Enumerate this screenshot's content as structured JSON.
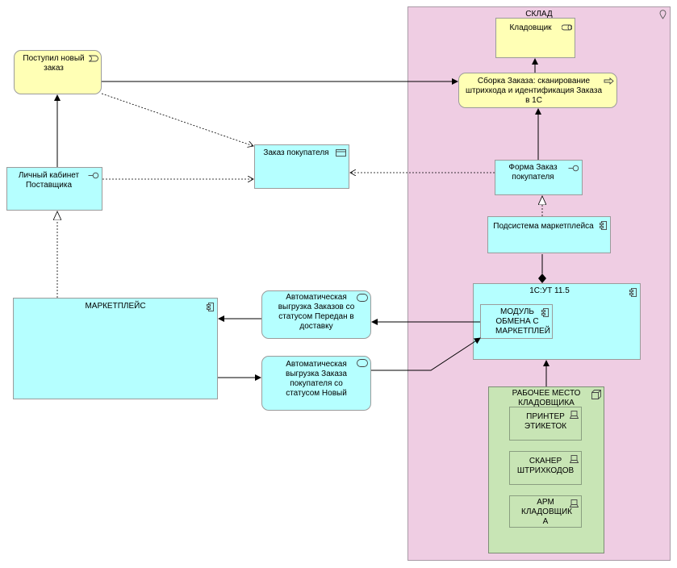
{
  "colors": {
    "application": "#b5ffff",
    "business": "#ffffb5",
    "location": "#efcde3",
    "technology": "#c8e5b5"
  },
  "elements": {
    "sklad": {
      "label": "СКЛАД",
      "icon": "location-icon"
    },
    "kladovshik": {
      "label": "Кладовщик",
      "icon": "business-role-icon"
    },
    "sborka": {
      "label": "Сборка Заказа: сканирование штрихкода и идентификация Заказа в 1С",
      "icon": "business-process-icon"
    },
    "postupil": {
      "label": "Поступил новый заказ",
      "icon": "business-event-icon"
    },
    "zakaz_pokupatelya": {
      "label": "Заказ покупателя",
      "icon": "data-object-icon"
    },
    "lichny_kabinet": {
      "label": "Личный кабинет Поставщика",
      "icon": "application-interface-icon"
    },
    "forma_zakaz": {
      "label": "Форма Заказ покупателя",
      "icon": "application-interface-icon"
    },
    "podsistema": {
      "label": "Подсистема маркетплейса",
      "icon": "application-component-icon"
    },
    "ut": {
      "label": "1С:УТ 11.5",
      "icon": "application-component-icon"
    },
    "modul": {
      "label": "МОДУЛЬ ОБМЕНА С МАРКЕТПЛЕЙ",
      "icon": "application-component-icon"
    },
    "marketplace": {
      "label": "МАРКЕТПЛЕЙС",
      "icon": "application-component-icon"
    },
    "avto_vygruzka_peredan": {
      "label": "Автоматическая выгрузка Заказов со статусом Передан в доставку",
      "icon": "application-service-icon"
    },
    "avto_vygruzka_novy": {
      "label": "Автоматическая выгрузка Заказа покупателя со статусом Новый",
      "icon": "application-service-icon"
    },
    "rabochee_mesto": {
      "label": "РАБОЧЕЕ МЕСТО КЛАДОВЩИКА",
      "icon": "node-icon"
    },
    "printer": {
      "label": "ПРИНТЕР ЭТИКЕТОК",
      "icon": "device-icon"
    },
    "skaner": {
      "label": "СКАНЕР ШТРИХКОДОВ",
      "icon": "device-icon"
    },
    "arm": {
      "label": "АРМ КЛАДОВЩИК А",
      "icon": "device-icon"
    }
  }
}
